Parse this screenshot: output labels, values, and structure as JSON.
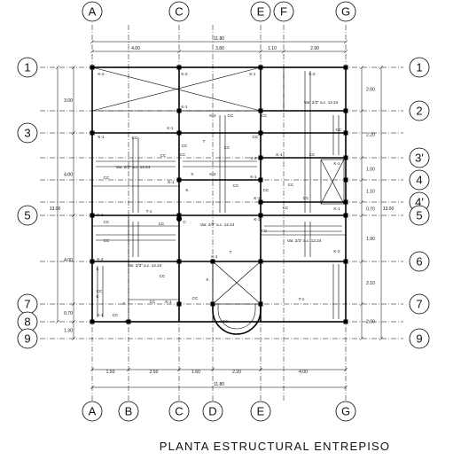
{
  "title": "PLANTA   ESTRUCTURAL ENTREPISO",
  "axes": {
    "columns_top": [
      "A",
      "C",
      "E",
      "F",
      "G"
    ],
    "columns_bottom": [
      "A",
      "B",
      "C",
      "D",
      "E",
      "G"
    ],
    "rows_left": [
      "1",
      "3",
      "5",
      "7",
      "8",
      "9"
    ],
    "rows_right": [
      "1",
      "2",
      "3'",
      "4",
      "4'",
      "5",
      "6",
      "7",
      "9"
    ]
  },
  "dimensions": {
    "top_total": "11.80",
    "top_parts": [
      "4.00",
      "3.80",
      "1.10",
      "2.90"
    ],
    "bottom_total": "11.80",
    "bottom_parts": [
      "1.50",
      "2.50",
      "1.60",
      "2.20",
      "4.00"
    ],
    "left_total": "13.00",
    "left_parts": [
      "3.00",
      "4.00",
      "4.00",
      "0.70",
      "1.30"
    ],
    "right_total": "13.00",
    "right_parts": [
      "2.00",
      "2.20",
      "1.00",
      "1.10",
      "0.70",
      "1.90",
      "2.10",
      "2.00"
    ]
  },
  "labels": {
    "k1": "K-1",
    "k2": "K-2",
    "k": "K",
    "cc": "CC",
    "t": "T",
    "t1": "T-1",
    "var": "Var. 2/3\" a.c. 12.24"
  }
}
